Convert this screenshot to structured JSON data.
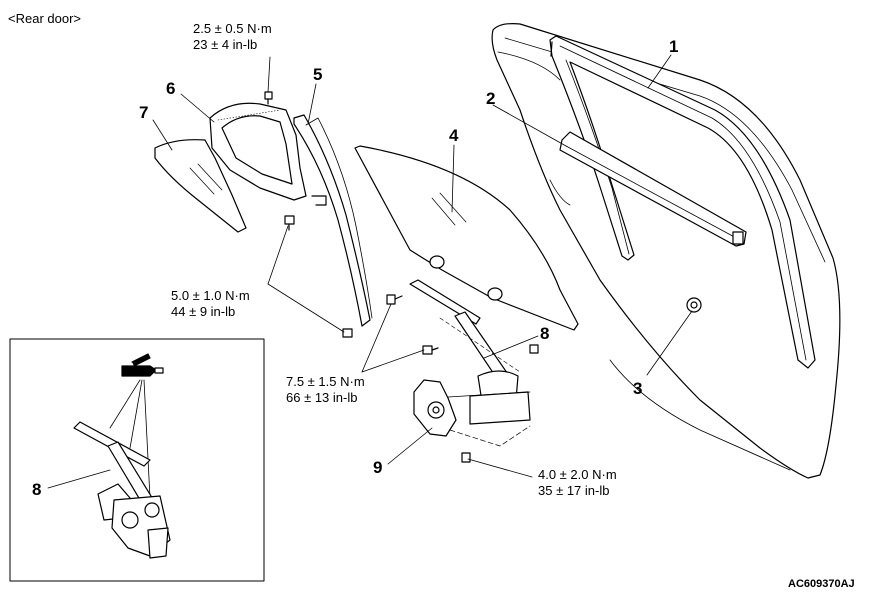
{
  "title": "<Rear door>",
  "figure_code": "AC609370AJ",
  "parts": [
    "1",
    "2",
    "3",
    "4",
    "5",
    "6",
    "7",
    "8",
    "9"
  ],
  "inset_part": "8",
  "torques": [
    {
      "nm": "2.5 ± 0.5 N·m",
      "inlb": "23 ± 4 in-lb"
    },
    {
      "nm": "5.0 ± 1.0 N·m",
      "inlb": "44 ± 9 in-lb"
    },
    {
      "nm": "7.5 ± 1.5 N·m",
      "inlb": "66 ± 13 in-lb"
    },
    {
      "nm": "4.0 ± 2.0 N·m",
      "inlb": "35 ± 17 in-lb"
    }
  ]
}
